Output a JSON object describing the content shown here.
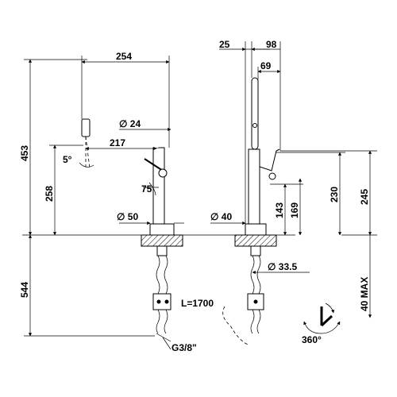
{
  "dimensions": {
    "front": {
      "width_spout": "254",
      "diameter_spout": "∅ 24",
      "reach": "217",
      "angle": "5°",
      "total_height": "453",
      "spout_height": "258",
      "lever_angle": "75",
      "base_diameter": "∅ 50",
      "below_counter": "544",
      "hose_length": "L=1700",
      "thread": "G3/8\""
    },
    "side": {
      "offset": "25",
      "depth": "98",
      "head_depth": "69",
      "base_diameter": "∅ 40",
      "h143": "143",
      "h169": "169",
      "h230": "230",
      "h245": "245",
      "hole_diameter": "∅ 33.5",
      "counter_thickness": "40 MAX",
      "rotation": "360°"
    }
  }
}
